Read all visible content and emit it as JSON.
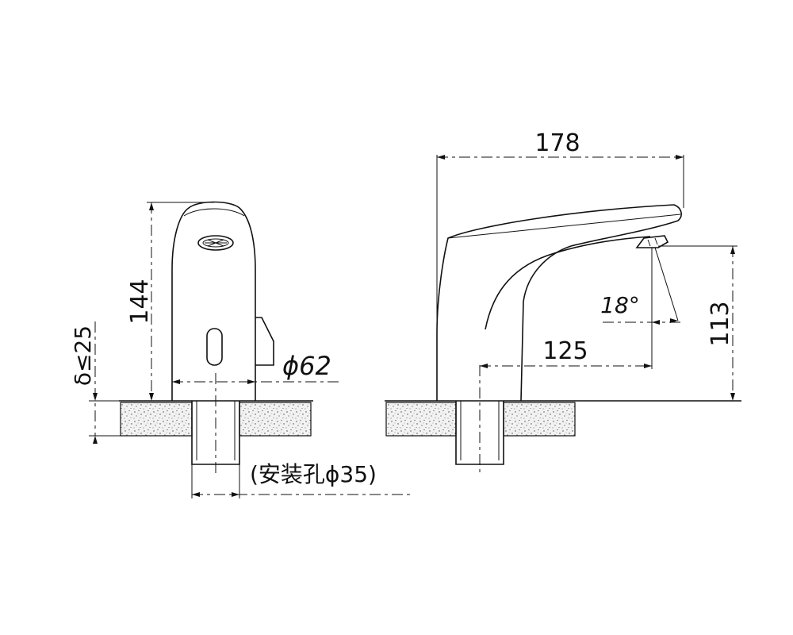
{
  "front_view": {
    "height_label": "144",
    "thickness_label": "δ≤25",
    "diameter_label": "ϕ62",
    "hole_label": "(安装孔ϕ35)"
  },
  "side_view": {
    "length_label": "178",
    "reach_label": "125",
    "height_label": "113",
    "angle_label": "18°"
  },
  "colors": {
    "line": "#111111",
    "stone_fill": "#f2f2f2",
    "stone_speckle": "#444444"
  }
}
